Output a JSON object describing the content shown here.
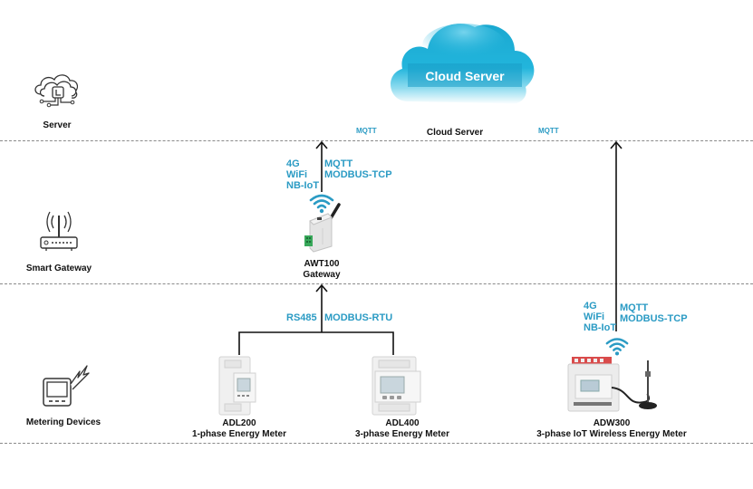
{
  "layers": {
    "server": "Server",
    "gateway": "Smart Gateway",
    "metering": "Metering Devices"
  },
  "cloud": {
    "banner": "Cloud Server",
    "caption": "Cloud Server",
    "left_protocol": "MQTT",
    "right_protocol": "MQTT"
  },
  "gateway": {
    "model": "AWT100",
    "type": "Gateway",
    "wireless": [
      "4G",
      "WiFi",
      "NB-IoT"
    ],
    "protocols": [
      "MQTT",
      "MODBUS-TCP"
    ]
  },
  "bus": {
    "physical": "RS485",
    "protocol": "MODBUS-RTU"
  },
  "devices": [
    {
      "model": "ADL200",
      "desc": "1-phase Energy Meter"
    },
    {
      "model": "ADL400",
      "desc": "3-phase Energy Meter"
    },
    {
      "model": "ADW300",
      "desc": "3-phase IoT Wireless Energy Meter",
      "wireless": [
        "4G",
        "WiFi",
        "NB-IoT"
      ],
      "protocols": [
        "MQTT",
        "MODBUS-TCP"
      ]
    }
  ],
  "colors": {
    "accent": "#2b9bc4",
    "cloud": "#1fb3d8",
    "line": "#111111"
  }
}
